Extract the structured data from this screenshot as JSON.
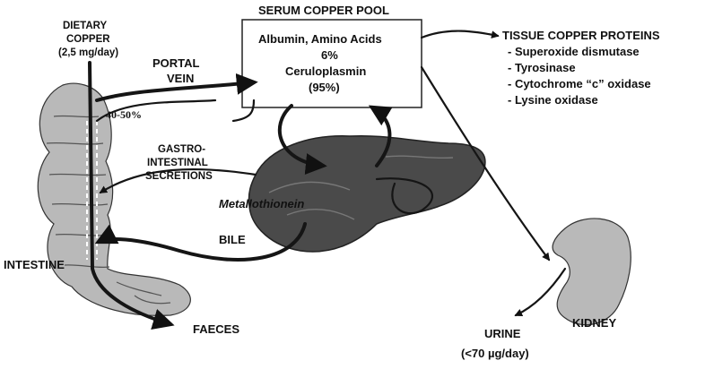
{
  "dietary": {
    "line1": "DIETARY",
    "line2": "COPPER",
    "dose": "(2,5 mg/day)"
  },
  "portal": {
    "line1": "PORTAL",
    "line2": "VEIN",
    "percent": "40-50%"
  },
  "serum": {
    "title": "SERUM COPPER POOL",
    "line1": "Albumin, Amino Acids",
    "line2": "6%",
    "line3": "Ceruloplasmin",
    "line4": "(95%)"
  },
  "tissue": {
    "title": "TISSUE COPPER PROTEINS",
    "items": [
      "- Superoxide dismutase",
      "- Tyrosinase",
      "- Cytochrome “c” oxidase",
      "- Lysine oxidase"
    ]
  },
  "gastro": {
    "line1": "GASTRO-",
    "line2": "INTESTINAL",
    "line3": "SECRETIONS"
  },
  "metallothionein": "Metallothionein",
  "bile": "BILE",
  "intestine": "INTESTINE",
  "faeces": "FAECES",
  "urine": {
    "line1": "URINE",
    "line2": "(<70 µg/day)"
  },
  "kidney": "KIDNEY"
}
